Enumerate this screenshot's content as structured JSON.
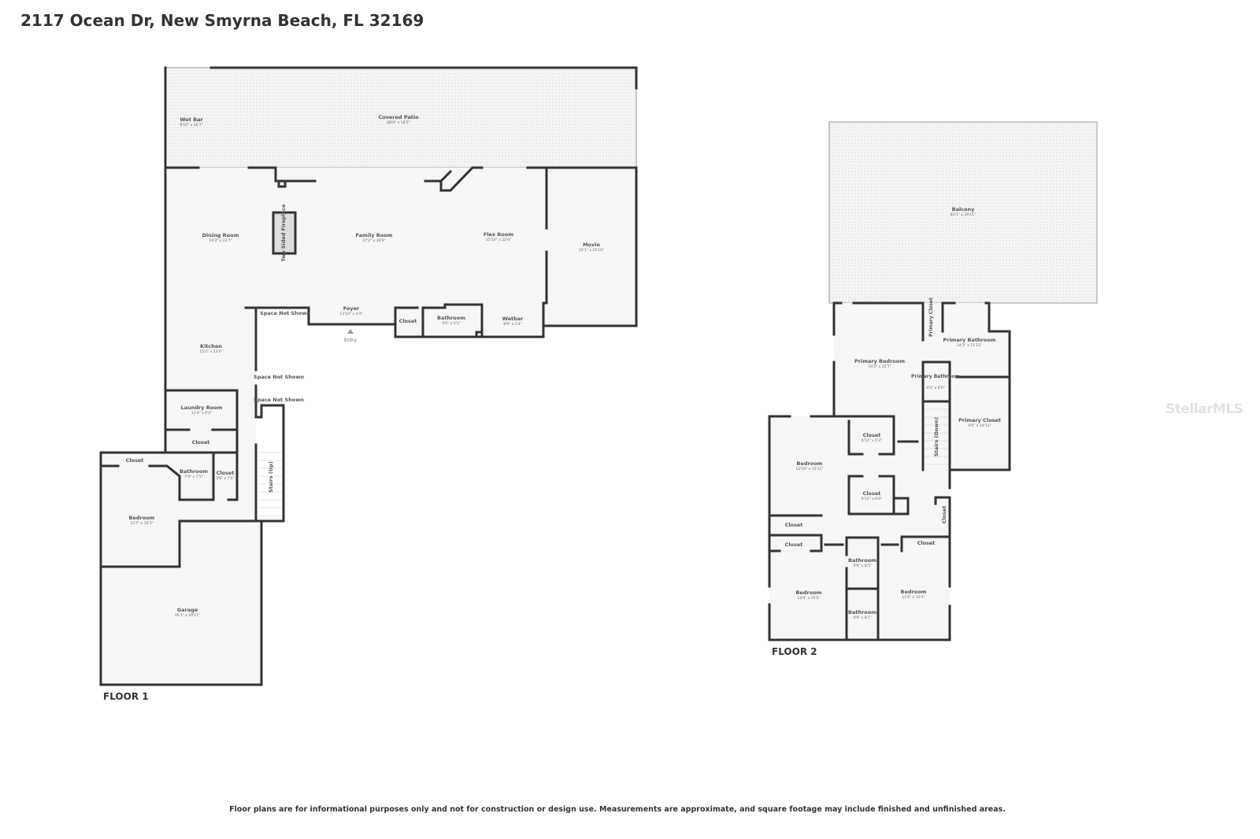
{
  "header": {
    "address": "2117 Ocean Dr, New Smyrna Beach, FL 32169"
  },
  "floor1": {
    "label": "FLOOR 1",
    "rooms": [
      {
        "name": "Wet Bar",
        "dims": "8'10\" x 16'7\""
      },
      {
        "name": "Covered Patio",
        "dims": "68'9\" x 18'5\""
      },
      {
        "name": "Dining Room",
        "dims": "19'3\" x 22'7\""
      },
      {
        "name": "Family Room",
        "dims": "27'2\" x 28'9\""
      },
      {
        "name": "Flex Room",
        "dims": "15'10\" x 22'4\""
      },
      {
        "name": "Movie",
        "dims": "15'1\" x 25'10\""
      },
      {
        "name": "Foyer",
        "dims": "13'10\" x 4'4\""
      },
      {
        "name": "Closet",
        "dims": ""
      },
      {
        "name": "Bathroom",
        "dims": "9'6\" x 5'1\""
      },
      {
        "name": "Wetbar",
        "dims": "8'9\" x 5'4\""
      },
      {
        "name": "Kitchen",
        "dims": "15'2\" x 13'4\""
      },
      {
        "name": "Laundry Room",
        "dims": "11'4\" x 6'2\""
      },
      {
        "name": "Closet",
        "dims": ""
      },
      {
        "name": "Closet",
        "dims": ""
      },
      {
        "name": "Bathroom",
        "dims": "7'4\" x 7'5\""
      },
      {
        "name": "Closet",
        "dims": "3'6\" x 7'4\""
      },
      {
        "name": "Bedroom",
        "dims": "12'7\" x 14'2\""
      },
      {
        "name": "Garage",
        "dims": "26'1\" x 20'11\""
      }
    ],
    "fireplace": "Two Sided Fireplace",
    "stairs": "Stairs (Up)",
    "entry": "Entry",
    "space_not_shown": [
      "Space Not Shown",
      "Space Not Shown",
      "Space Not Shown"
    ]
  },
  "floor2": {
    "label": "FLOOR 2",
    "rooms": [
      {
        "name": "Balcony",
        "dims": "44'1\" x 29'11\""
      },
      {
        "name": "Primary Bedroom",
        "dims": "14'2\" x 22'7\""
      },
      {
        "name": "Primary Bathroom",
        "dims": "14'3\" x 11'11\""
      },
      {
        "name": "Primary Bathroom",
        "dims": "4'3\" x 6'0\""
      },
      {
        "name": "Primary Closet",
        "dims": "9'0\" x 14'11\""
      },
      {
        "name": "Bedroom",
        "dims": "12'10\" x 15'11\""
      },
      {
        "name": "Closet",
        "dims": "6'11\" x 5'3\""
      },
      {
        "name": "Closet",
        "dims": "6'11\" x 6'0\""
      },
      {
        "name": "Closet",
        "dims": ""
      },
      {
        "name": "Closet",
        "dims": ""
      },
      {
        "name": "Bathroom",
        "dims": "4'9\" x 8'5\""
      },
      {
        "name": "Closet",
        "dims": ""
      },
      {
        "name": "Bedroom",
        "dims": "12'4\" x 15'5\""
      },
      {
        "name": "Bedroom",
        "dims": "11'6\" x 15'5\""
      },
      {
        "name": "Bathroom",
        "dims": "4'9\" x 8'1\""
      }
    ],
    "primary_closet_small": "Primary Closet",
    "closet_vertical": "Closet",
    "stairs": "Stairs (Down)"
  },
  "watermark": "StellarMLS",
  "footer": {
    "disclaimer": "Floor plans are for informational purposes only and not for construction or design use. Measurements are approximate, and square footage may include finished and unfinished areas."
  }
}
